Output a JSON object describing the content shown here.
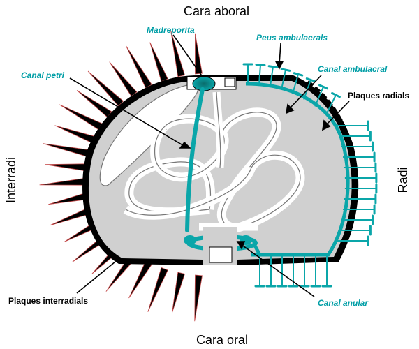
{
  "title_top": "Cara aboral",
  "title_bottom": "Cara oral",
  "side_left": "Interradi",
  "side_right": "Radi",
  "labels": {
    "madreporita": "Madreporita",
    "peus_ambulacrals": "Peus ambulacrals",
    "canal_petri": "Canal petri",
    "canal_ambulacral": "Canal ambulacral",
    "plaques_radials": "Plaques radials",
    "plaques_interradials": "Plaques interradials",
    "canal_anular": "Canal anular"
  },
  "colors": {
    "cyan": "#0aa6a9",
    "cyan_text": "#009ea6",
    "body_fill": "#d0d0d0",
    "black": "#000000",
    "spine_edge": "#c44a4a"
  }
}
